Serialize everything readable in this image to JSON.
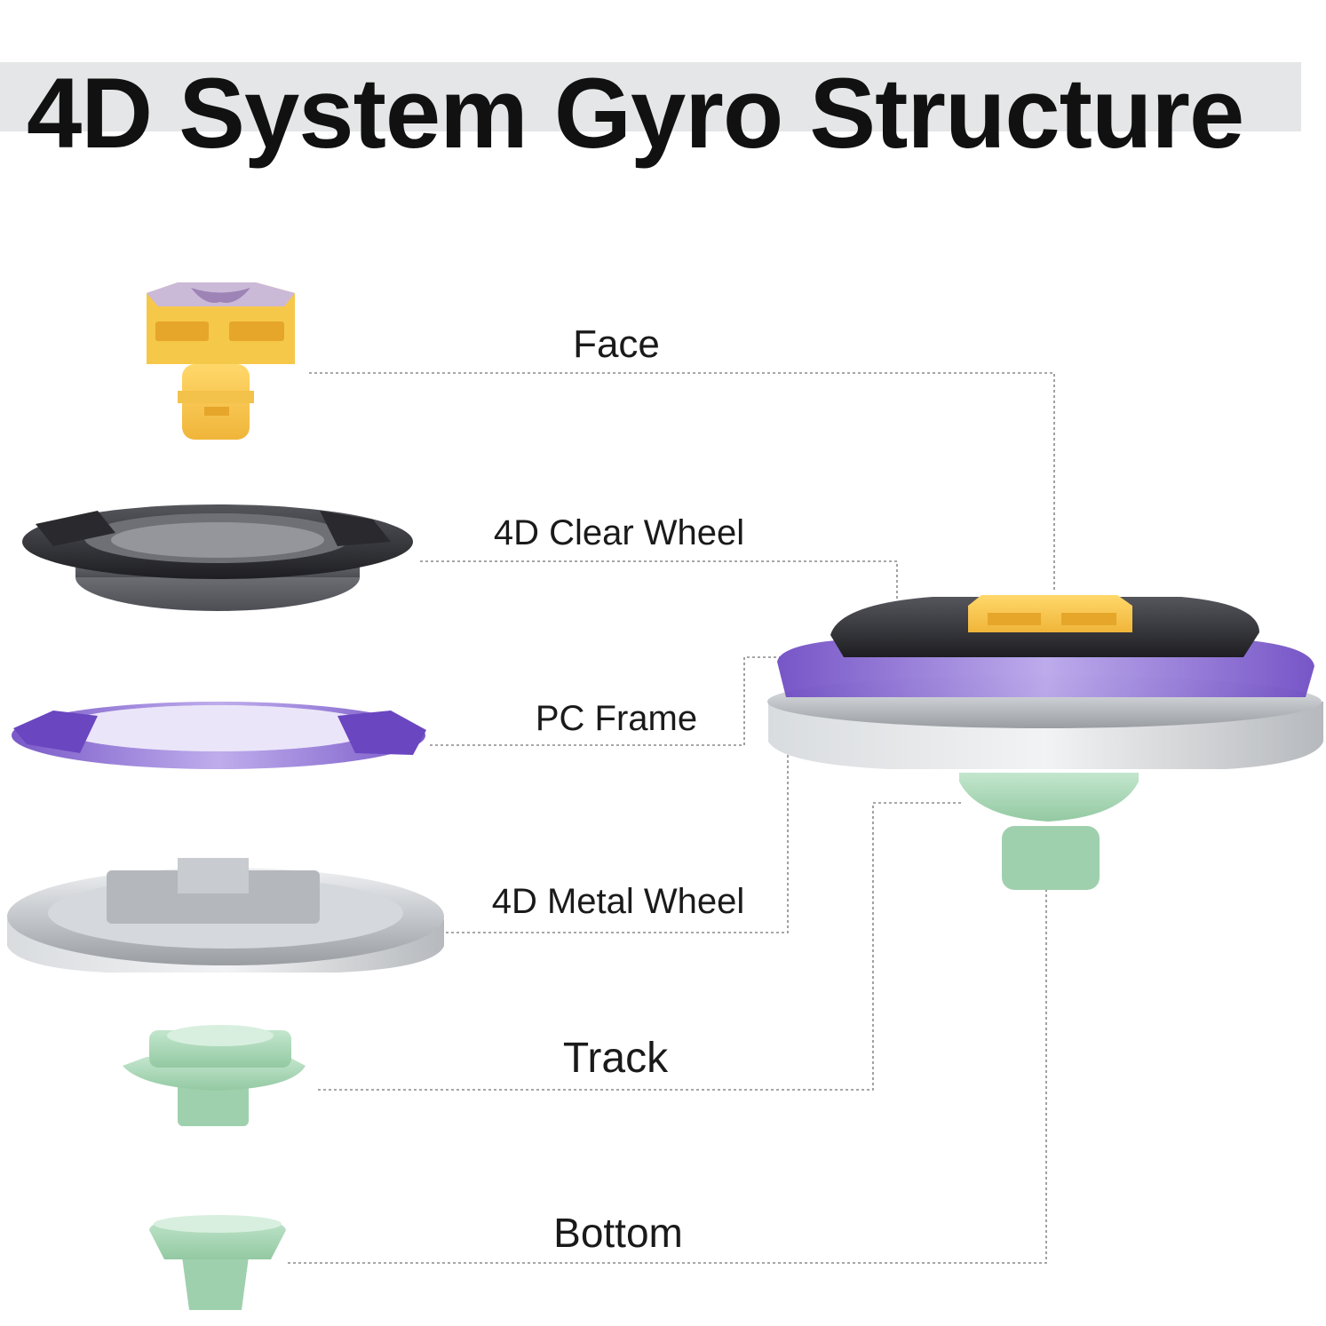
{
  "title": "4D System Gyro Structure",
  "parts": [
    {
      "label": "Face",
      "icon": "face-part-icon"
    },
    {
      "label": "4D Clear Wheel",
      "icon": "clear-wheel-icon"
    },
    {
      "label": "PC Frame",
      "icon": "pc-frame-icon"
    },
    {
      "label": "4D Metal Wheel",
      "icon": "metal-wheel-icon"
    },
    {
      "label": "Track",
      "icon": "track-icon"
    },
    {
      "label": "Bottom",
      "icon": "bottom-icon"
    }
  ],
  "assembled_icon": "assembled-gyro-icon",
  "colors": {
    "face": "#f5c542",
    "clear_wheel": "#3a3a3e",
    "pc_frame": "#7a5cc9",
    "metal_wheel": "#c9ccd0",
    "track": "#a6d6b4",
    "bottom": "#a6d6b4",
    "leader_line": "#888888"
  }
}
